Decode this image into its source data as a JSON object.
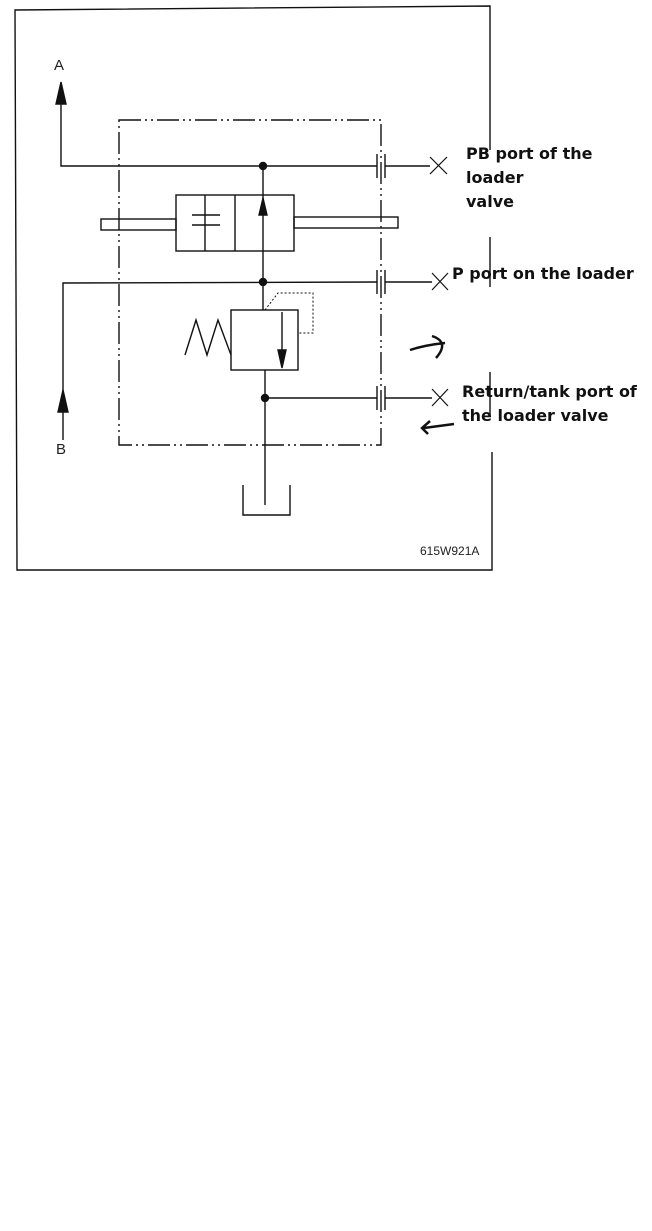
{
  "diagram": {
    "port_a_label": "A",
    "port_b_label": "B",
    "figure_code": "615W921A",
    "annotations": {
      "pb_port": [
        "PB port of the loader",
        "valve"
      ],
      "p_port": "P port on the loader",
      "return_port": [
        "Return/tank port of",
        "the loader valve"
      ]
    }
  }
}
